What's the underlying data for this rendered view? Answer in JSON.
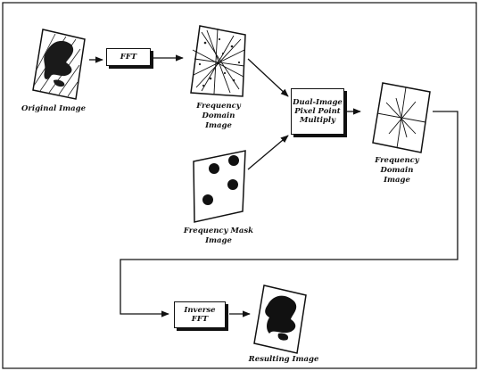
{
  "labels": {
    "original_image": "Original Image",
    "fft": "FFT",
    "freq_domain_1": [
      "Frequency",
      "Domain",
      "Image"
    ],
    "multiply": [
      "Dual-Image",
      "Pixel Point",
      "Multiply"
    ],
    "freq_domain_2": [
      "Frequency",
      "Domain",
      "Image"
    ],
    "freq_mask": [
      "Frequency Mask",
      "Image"
    ],
    "inverse_fft": [
      "Inverse",
      "FFT"
    ],
    "resulting_image": "Resulting Image"
  }
}
